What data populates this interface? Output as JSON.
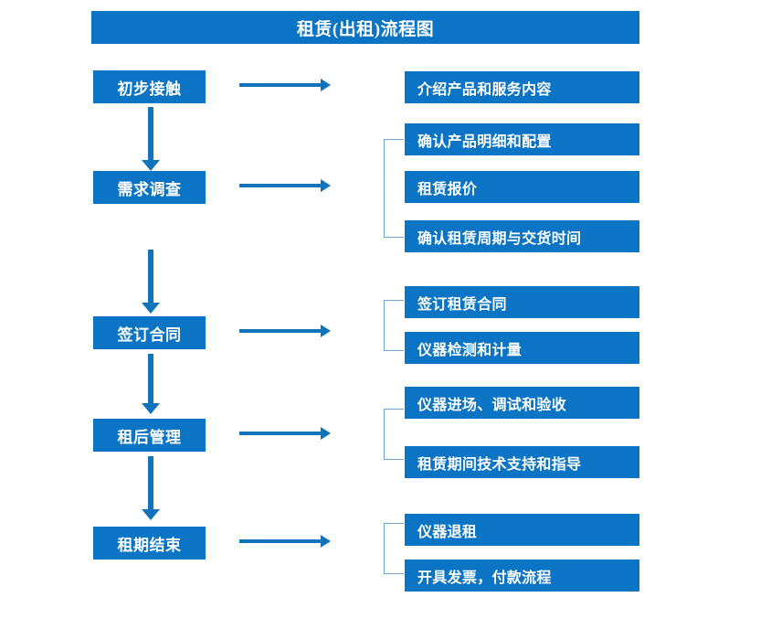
{
  "diagram": {
    "title": "租赁(出租)流程图",
    "theme": {
      "box_fill": "#0B74C4",
      "box_text": "#FFFFFF",
      "arrow": "#1273BD",
      "bracket": "#6FA5D4",
      "background": "#FFFFFF"
    },
    "stages": [
      {
        "id": "stage-1",
        "label": "初步接触",
        "details": [
          "介绍产品和服务内容"
        ],
        "has_bracket": false,
        "has_arrow_to_next": true
      },
      {
        "id": "stage-2",
        "label": "需求调查",
        "details": [
          "确认产品明细和配置",
          "租赁报价",
          "确认租赁周期与交货时间"
        ],
        "has_bracket": true,
        "has_arrow_to_next": true
      },
      {
        "id": "stage-3",
        "label": "签订合同",
        "details": [
          "签订租赁合同",
          "仪器检测和计量"
        ],
        "has_bracket": true,
        "has_arrow_to_next": true
      },
      {
        "id": "stage-4",
        "label": "租后管理",
        "details": [
          "仪器进场、调试和验收",
          "租赁期间技术支持和指导"
        ],
        "has_bracket": true,
        "has_arrow_to_next": true
      },
      {
        "id": "stage-5",
        "label": "租期结束",
        "details": [
          "仪器退租",
          "开具发票，付款流程"
        ],
        "has_bracket": true,
        "has_arrow_to_next": false
      }
    ]
  }
}
